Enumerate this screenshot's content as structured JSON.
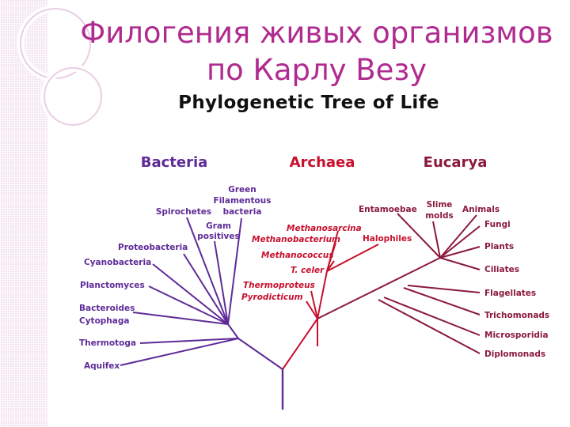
{
  "slide": {
    "title_line_1": "Филогения живых организмов",
    "title_line_2": "по Карлу Везу"
  },
  "diagram": {
    "title": "Phylogenetic Tree of Life",
    "colors": {
      "bacteria": "#5e2b97",
      "archaea": "#c8102e",
      "eucarya": "#8b1a3c",
      "title_pink": "#b02b8f"
    },
    "domains": {
      "bacteria": "Bacteria",
      "archaea": "Archaea",
      "eucarya": "Eucarya"
    },
    "bacteria_taxa": {
      "green_filamentous": [
        "Green",
        "Filamentous",
        "bacteria"
      ],
      "spirochetes": "Spirochetes",
      "gram_positives": [
        "Gram",
        "positives"
      ],
      "proteobacteria": "Proteobacteria",
      "cyanobacteria": "Cyanobacteria",
      "planctomyces": "Planctomyces",
      "bacteroides_cytophaga": [
        "Bacteroides",
        "Cytophaga"
      ],
      "thermotoga": "Thermotoga",
      "aquifex": "Aquifex"
    },
    "archaea_taxa": {
      "methanosarcina": "Methanosarcina",
      "methanobacterium": "Methanobacterium",
      "halophiles": "Halophiles",
      "methanococcus": "Methanococcus",
      "t_celer": "T. celer",
      "thermoproteus": "Thermoproteus",
      "pyrodicticum": "Pyrodicticum"
    },
    "eucarya_taxa": {
      "entamoebae": "Entamoebae",
      "slime_molds": [
        "Slime",
        "molds"
      ],
      "animals": "Animals",
      "fungi": "Fungi",
      "plants": "Plants",
      "ciliates": "Ciliates",
      "flagellates": "Flagellates",
      "trichomonads": "Trichomonads",
      "microsporidia": "Microsporidia",
      "diplomonads": "Diplomonads"
    }
  }
}
